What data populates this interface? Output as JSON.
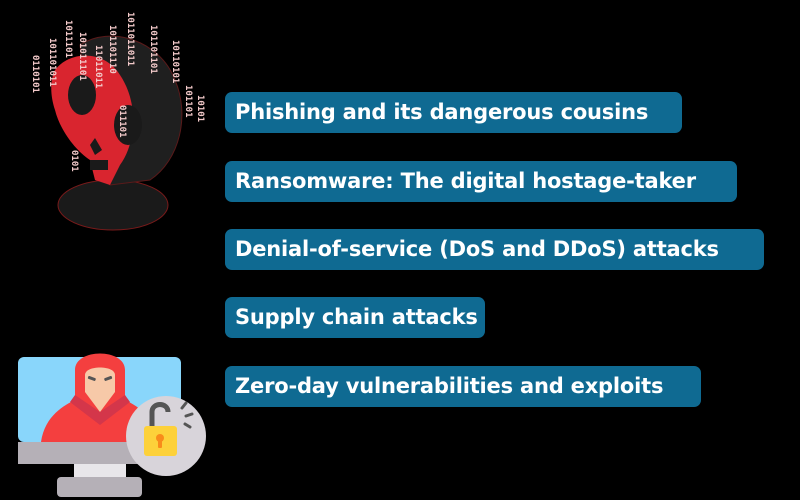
{
  "colors": {
    "background": "#000000",
    "pill_background": "#0f6a92",
    "pill_text": "#ffffff",
    "skull_red": "#d9252f",
    "skull_dark": "#1a1a1a",
    "binary_pink": "#f2c9c9",
    "screen_blue": "#89d6fb",
    "hood_red": "#f43f3f",
    "lock_yellow": "#fdd13a",
    "monitor_gray": "#b5b0b7"
  },
  "icons": {
    "top_left": "skull-binary-icon",
    "bottom_left": "hacker-monitor-unlock-icon"
  },
  "threats": [
    {
      "label": "Phishing and its dangerous cousins"
    },
    {
      "label": "Ransomware: The digital hostage-taker"
    },
    {
      "label": "Denial-of-service (DoS and DDoS) attacks"
    },
    {
      "label": "Supply chain attacks"
    },
    {
      "label": "Zero-day vulnerabilities and exploits"
    }
  ]
}
